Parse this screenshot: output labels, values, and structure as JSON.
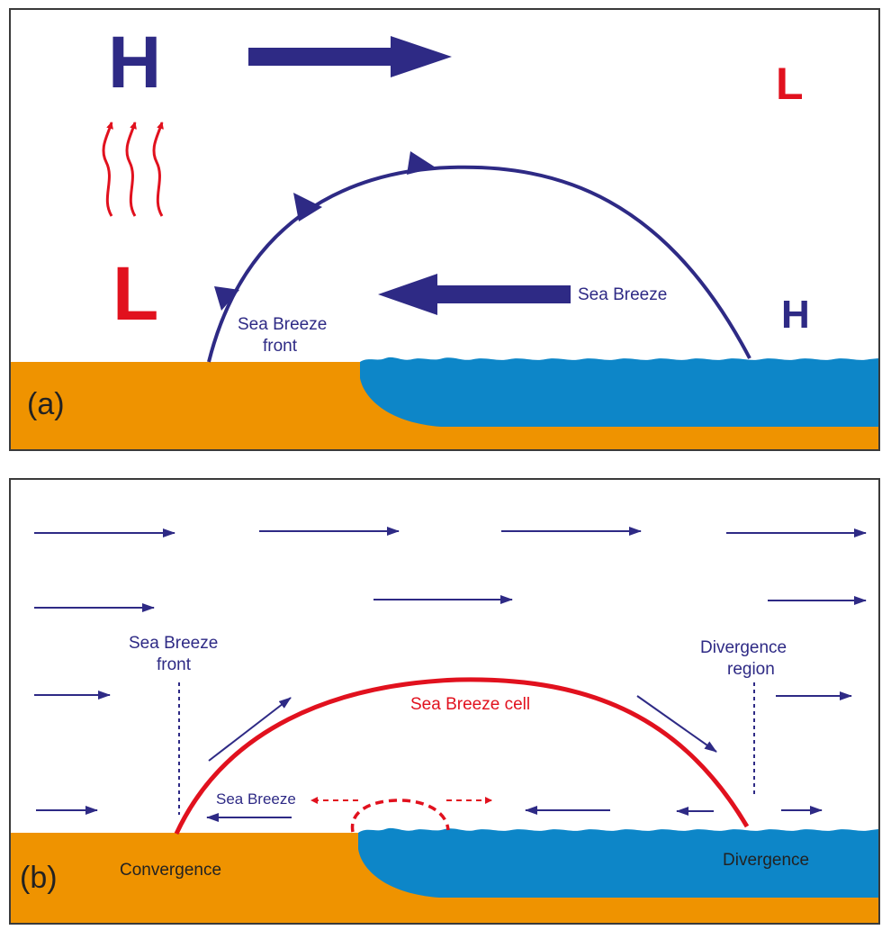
{
  "panel_a": {
    "label": "(a)",
    "high_upper": "H",
    "low_upper": "L",
    "low_lower": "L",
    "high_lower": "H",
    "sea_breeze_label": "Sea Breeze",
    "front_label_line1": "Sea Breeze",
    "front_label_line2": "front"
  },
  "panel_b": {
    "label": "(b)",
    "front_label_line1": "Sea Breeze",
    "front_label_line2": "front",
    "divergence_region_line1": "Divergence",
    "divergence_region_line2": "region",
    "cell_label": "Sea Breeze cell",
    "sea_breeze_label": "Sea Breeze",
    "convergence_label": "Convergence",
    "divergence_label": "Divergence"
  },
  "colors": {
    "navy": "#2e2a85",
    "red": "#e1111e",
    "land": "#ef9300",
    "sea": "#0d86c8",
    "frame": "#3a3a3a"
  }
}
